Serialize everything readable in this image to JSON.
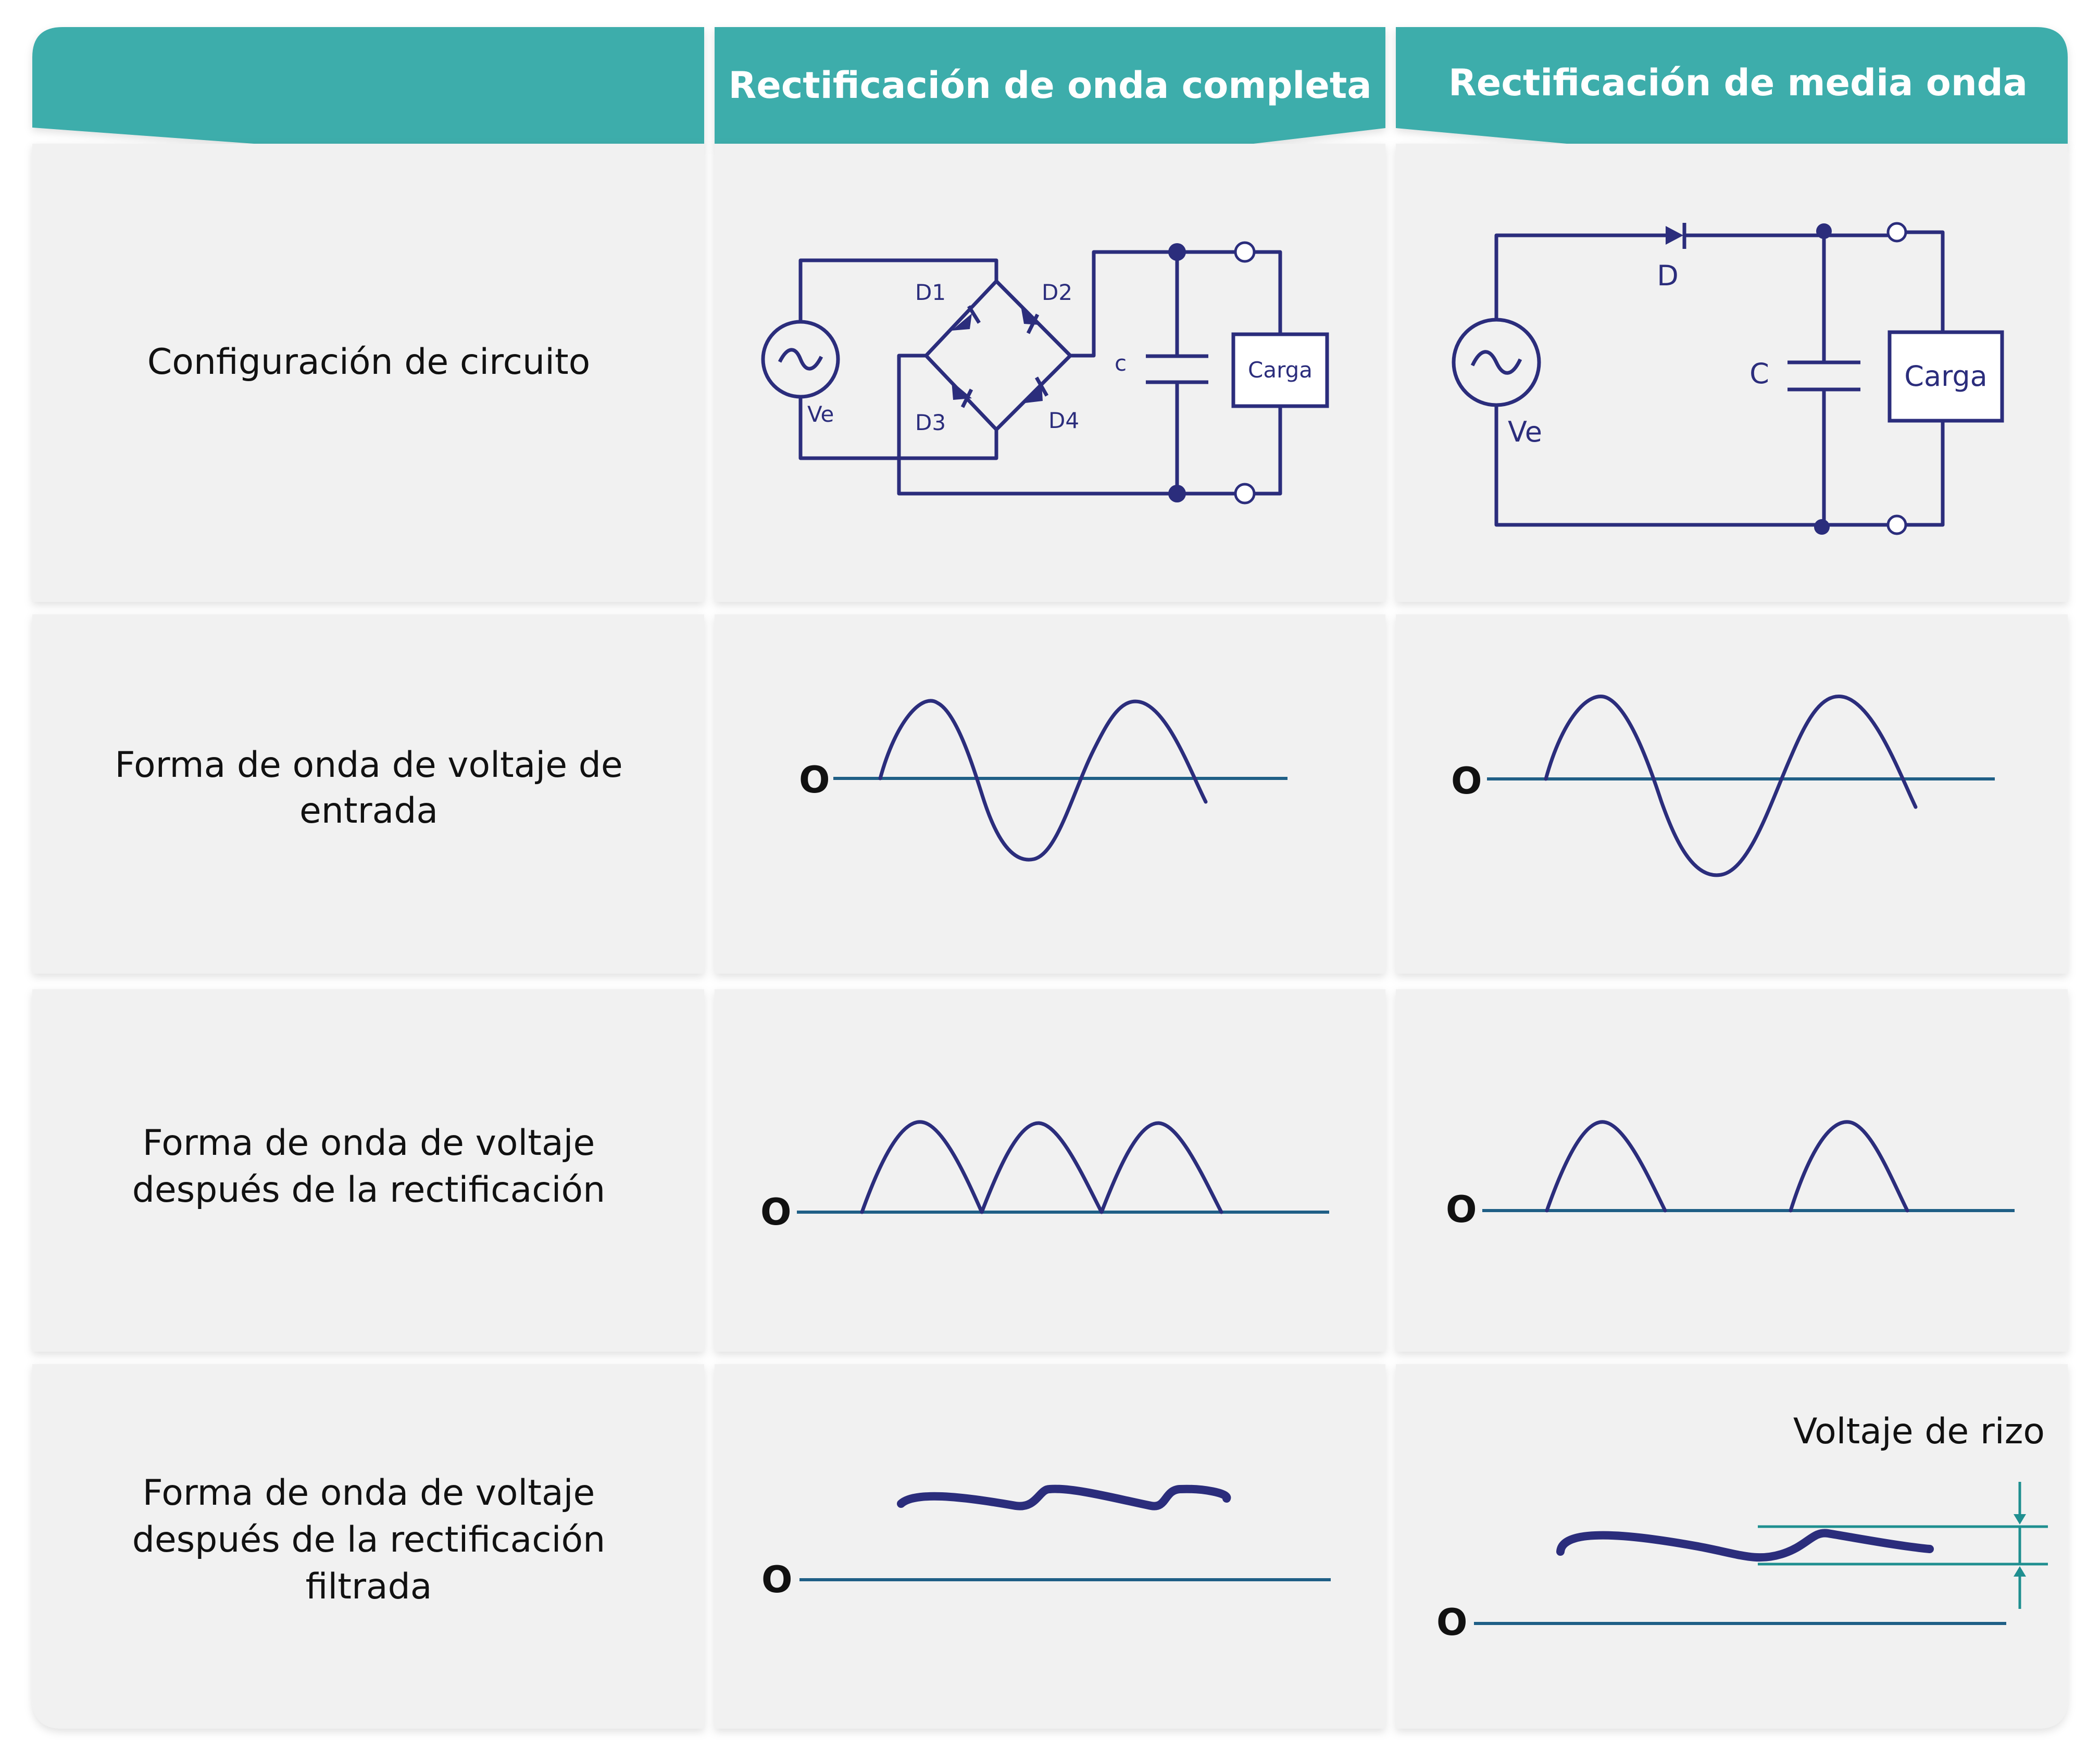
{
  "header": {
    "col1_title": "Rectificación de onda completa",
    "col2_title": "Rectificación de media onda"
  },
  "rows": [
    {
      "label_lines": [
        "Configuración de circuito"
      ]
    },
    {
      "label_lines": [
        "Forma de onda de voltaje de",
        "entrada"
      ]
    },
    {
      "label_lines": [
        "Forma de onda de voltaje",
        "después de la rectificación"
      ]
    },
    {
      "label_lines": [
        "Forma de onda de voltaje",
        "después de la rectificación",
        "filtrada"
      ]
    }
  ],
  "full_wave_circuit": {
    "source_label": "Ve",
    "diodes": [
      "D1",
      "D2",
      "D3",
      "D4"
    ],
    "capacitor_label": "c",
    "load_label": "Carga"
  },
  "half_wave_circuit": {
    "source_label": "Ve",
    "diode_label": "D",
    "capacitor_label": "C",
    "load_label": "Carga"
  },
  "zero_label": "O",
  "ripple_label": "Voltaje de rizo",
  "colors": {
    "header": "#3eadab",
    "cell": "#f1f1f1",
    "circuit": "#2b2d7c",
    "axis": "#1f5f86",
    "ripple_marker": "#1f8f90"
  }
}
